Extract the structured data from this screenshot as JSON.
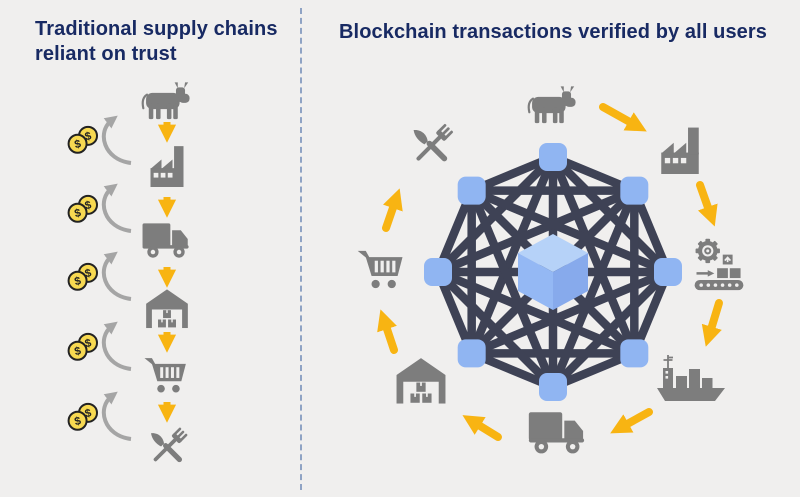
{
  "left_panel": {
    "title": "Traditional supply chains reliant on trust",
    "supply_chain_steps": [
      "cow",
      "factory",
      "truck",
      "warehouse",
      "shopping-cart",
      "cutlery"
    ],
    "payment_symbol": "dollar-coins",
    "payment_points": 5,
    "flow_direction": "top-to-bottom"
  },
  "right_panel": {
    "title": "Blockchain transactions verified by all users",
    "cycle_steps": [
      "cow",
      "factory",
      "processing-plant",
      "cargo-ship",
      "truck",
      "warehouse",
      "shopping-cart",
      "cutlery"
    ],
    "cycle_direction": "clockwise",
    "network": {
      "node_count": 8,
      "topology": "fully-connected",
      "center_symbol": "blockchain-cube"
    }
  },
  "colors": {
    "background": "#f0efee",
    "title_text": "#182a63",
    "icon_gray": "#7d7d7d",
    "arrow_amber": "#f8b412",
    "coin_yellow": "#f7d951",
    "coin_outline": "#222222",
    "curved_arrow_gray": "#a5a5a5",
    "node_blue": "#90b5f2",
    "network_line": "#3e4255",
    "cube_top": "#b6d2f8",
    "cube_left": "#94b8f4",
    "cube_right": "#87aaec",
    "divider": "#8fa3c4"
  }
}
